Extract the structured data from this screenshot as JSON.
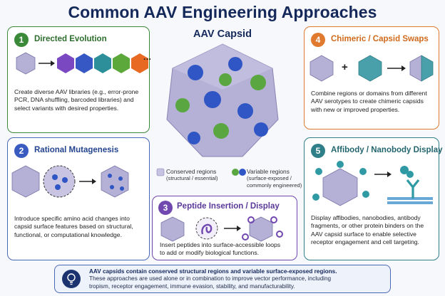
{
  "title": "Common AAV Engineering Approaches",
  "center": {
    "title": "AAV Capsid",
    "legend_conserved": "Conserved regions",
    "legend_conserved_sub": "(structural / essential)",
    "legend_variable": "Variable regions",
    "legend_variable_sub1": "(surface-exposed /",
    "legend_variable_sub2": "commonly engineered)"
  },
  "panels": {
    "directed": {
      "number": "1",
      "title": "Directed Evolution",
      "ellipsis": "···",
      "desc": [
        "Create diverse AAV libraries (e.g., error-prone",
        "PCR, DNA shuffling, barcoded libraries) and",
        "select variants with desired properties."
      ]
    },
    "rational": {
      "number": "2",
      "title": "Rational Mutagenesis",
      "desc": [
        "Introduce specific amino acid changes into",
        "capsid surface features based on structural,",
        "functional, or computational knowledge."
      ]
    },
    "peptide": {
      "number": "3",
      "title": "Peptide Insertion / Display",
      "desc": [
        "Insert peptides into surface-accessible loops",
        "to add or modify biological functions."
      ]
    },
    "chimeric": {
      "number": "4",
      "title": "Chimeric / Capsid Swaps",
      "plus": "+",
      "desc": [
        "Combine regions or domains from different",
        "AAV serotypes to create chimeric capsids",
        "with new or improved properties."
      ]
    },
    "affibody": {
      "number": "5",
      "title": "Affibody / Nanobody Display",
      "desc": [
        "Display affibodies, nanobodies, antibody",
        "fragments, or other protein binders on the",
        "AAV capsid surface to enable selective",
        "receptor engagement and cell targeting."
      ]
    }
  },
  "footer": {
    "bold": "AAV capsids contain conserved structural regions and variable surface-exposed regions.",
    "line2": "These approaches are used alone or in combination to improve vector performance, including",
    "line3": "tropism, receptor engagement, immune evasion, stability, and manufacturability."
  },
  "colors": {
    "green": "#3a8a3a",
    "blue": "#2f56c4",
    "orange": "#e07a2e",
    "teal": "#2f7f88",
    "purple": "#7048b0",
    "capsid": "#b4b0d6",
    "navy": "#14285a"
  },
  "icons": [
    "lightbulb-icon",
    "arrow-right-icon",
    "magnifier-icon",
    "peptide-loop-icon",
    "nanobody-icon",
    "membrane-receptor-icon"
  ]
}
